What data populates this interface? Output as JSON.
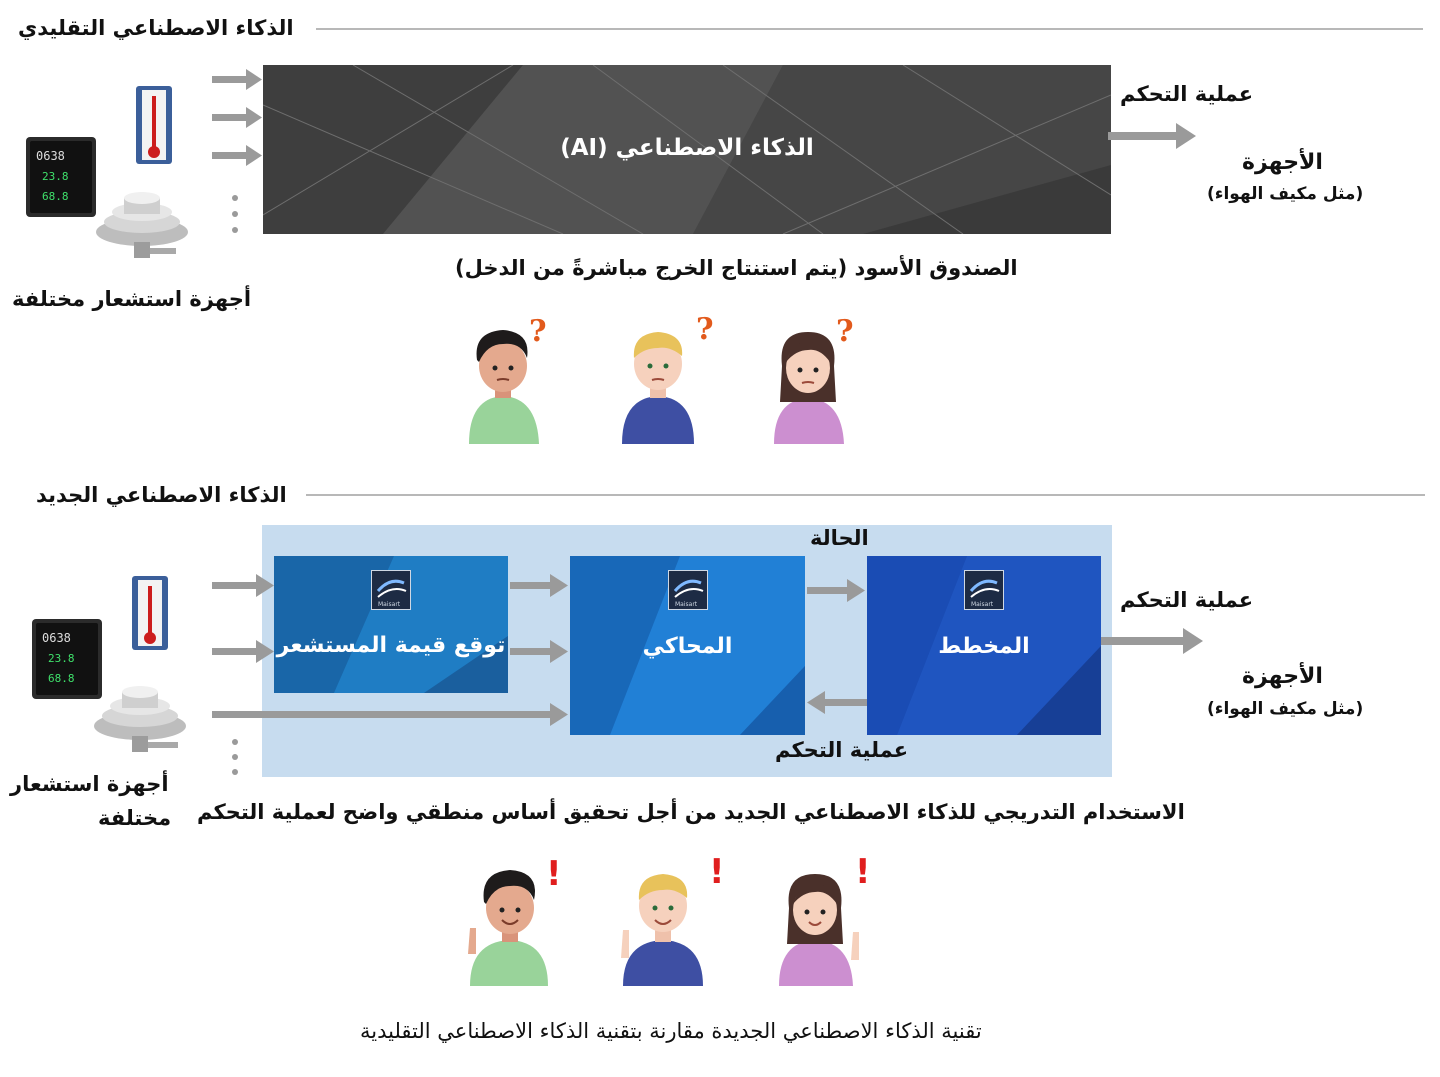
{
  "traditional": {
    "title": "الذكاء الاصطناعي التقليدي",
    "sensors_label": "أجهزة استشعار مختلفة",
    "ai_box_label": "الذكاء الاصطناعي (AI)",
    "black_box_caption": "الصندوق الأسود (يتم استنتاج الخرج مباشرةً من الدخل)",
    "control_label": "عملية التحكم",
    "devices_label": "الأجهزة",
    "devices_example": "(مثل مكيف الهواء)",
    "reaction_mark": "?"
  },
  "new": {
    "title": "الذكاء الاصطناعي الجديد",
    "sensors_label_line1": "أجهزة استشعار",
    "sensors_label_line2": "مختلفة",
    "modules": {
      "predictor": "توقع قيمة المستشعر",
      "simulator": "المحاكي",
      "planner": "المخطط"
    },
    "state_label": "الحالة",
    "inner_control_label": "عملية التحكم",
    "control_label": "عملية التحكم",
    "devices_label": "الأجهزة",
    "devices_example": "(مثل مكيف الهواء)",
    "caption": "الاستخدام التدريجي للذكاء الاصطناعي الجديد من أجل تحقيق أساس منطقي واضح لعملية التحكم",
    "reaction_mark": "!",
    "logo_text": "Maisart"
  },
  "sensor_display": {
    "code": "0638",
    "temp": "23.8",
    "humidity": "68.8"
  },
  "footer_caption": "تقنية الذكاء الاصطناعي الجديدة مقارنة بتقنية الذكاء الاصطناعي التقليدية",
  "colors": {
    "gray_arrow": "#9a9a9a",
    "black_box": "#4a4a4a",
    "panel": "#c7dcef",
    "module_blue": "#1a66b8",
    "question": "#e25a1c",
    "exclaim": "#e01e1e"
  }
}
